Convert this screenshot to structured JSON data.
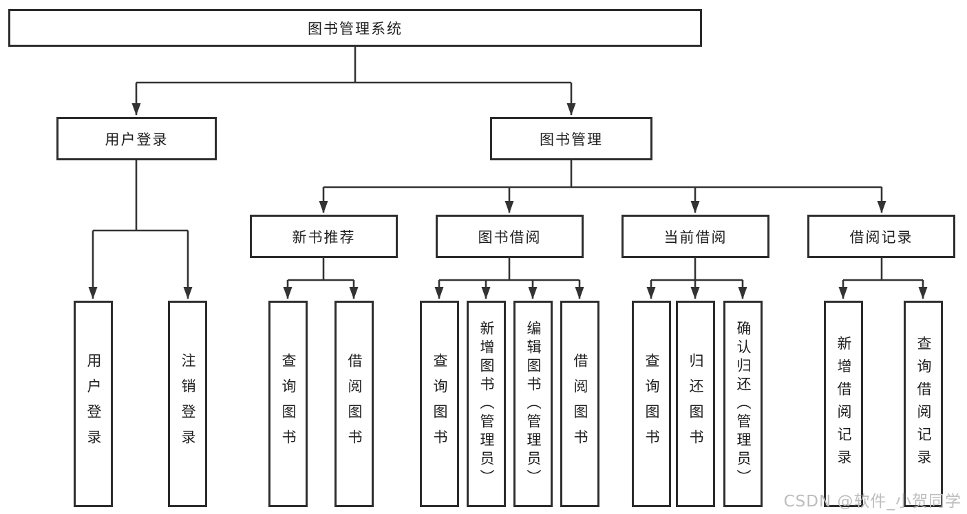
{
  "diagram": {
    "root": {
      "label": "图书管理系统"
    },
    "branches": [
      {
        "label": "用户登录",
        "children": [
          {
            "label": "用户登录"
          },
          {
            "label": "注销登录"
          }
        ]
      },
      {
        "label": "图书管理",
        "children": [
          {
            "label": "新书推荐",
            "children": [
              {
                "label": "查询图书"
              },
              {
                "label": "借阅图书"
              }
            ]
          },
          {
            "label": "图书借阅",
            "children": [
              {
                "label": "查询图书"
              },
              {
                "label": "新增图书（管理员）"
              },
              {
                "label": "编辑图书（管理员）"
              },
              {
                "label": "借阅图书"
              }
            ]
          },
          {
            "label": "当前借阅",
            "children": [
              {
                "label": "查询图书"
              },
              {
                "label": "归还图书"
              },
              {
                "label": "确认归还（管理员）"
              }
            ]
          },
          {
            "label": "借阅记录",
            "children": [
              {
                "label": "新增借阅记录"
              },
              {
                "label": "查询借阅记录"
              }
            ]
          }
        ]
      }
    ]
  },
  "watermark": {
    "text": "CSDN @软件_小贺同学"
  },
  "colors": {
    "box_border": "#2d2d2d",
    "line": "#333333",
    "text": "#1f1f1f",
    "watermark": "#bdbdbd",
    "background": "#ffffff"
  }
}
